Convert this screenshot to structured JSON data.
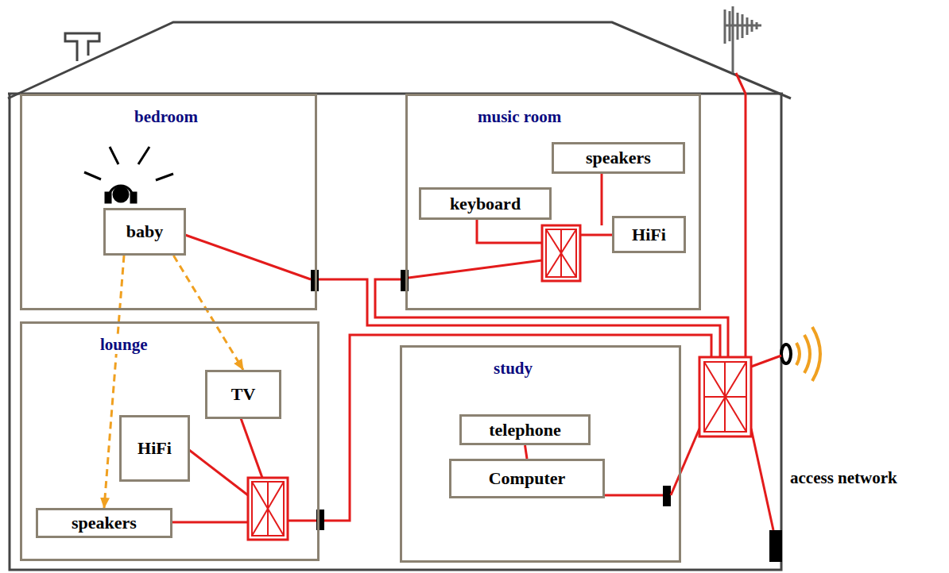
{
  "diagram": {
    "nodes": [
      {
        "text": [
          "bedroom"
        ]
      },
      {
        "text": [
          "baby"
        ],
        "in": 0
      },
      {
        "text": [
          "music room"
        ]
      },
      {
        "text": [
          "speakers"
        ],
        "in": 2
      },
      {
        "text": [
          "keyboard"
        ],
        "in": 2
      },
      {
        "text": [
          "HiFi"
        ],
        "in": 2
      },
      {
        "text": [
          "lounge"
        ]
      },
      {
        "text": [
          "TV"
        ],
        "in": 6
      },
      {
        "text": [
          "HiFi"
        ],
        "in": 6
      },
      {
        "text": [
          "speakers"
        ],
        "in": 6
      },
      {
        "text": [
          "study"
        ]
      },
      {
        "text": [
          "telephone"
        ],
        "in": 10
      },
      {
        "text": [
          "Computer"
        ],
        "in": 10
      }
    ],
    "edges": [
      {
        "from": 11,
        "to": 12,
        "arrow": "none"
      },
      {
        "from": 1,
        "to": 7,
        "arrow": "to"
      },
      {
        "from": 1,
        "to": 9,
        "arrow": "to"
      }
    ],
    "labels": [
      "access network"
    ]
  }
}
